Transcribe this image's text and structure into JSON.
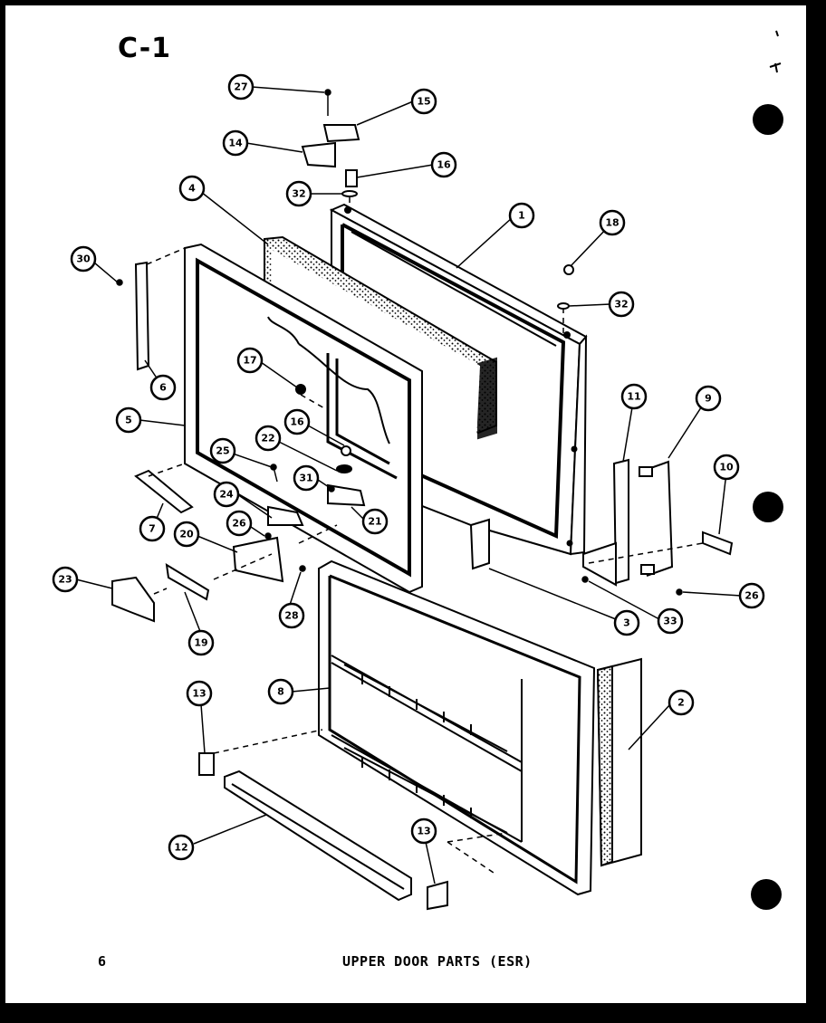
{
  "sheet": {
    "id": "C-1",
    "page_number": "6",
    "title": "UPPER DOOR PARTS (ESR)"
  },
  "callouts": [
    "27",
    "15",
    "14",
    "16",
    "32",
    "4",
    "1",
    "18",
    "30",
    "32",
    "17",
    "6",
    "5",
    "11",
    "9",
    "16",
    "22",
    "25",
    "31",
    "10",
    "24",
    "21",
    "7",
    "20",
    "26",
    "23",
    "19",
    "28",
    "3",
    "33",
    "26",
    "8",
    "2",
    "13",
    "12",
    "13"
  ],
  "punch_holes": 3,
  "colors": {
    "ink": "#000000",
    "paper": "#ffffff"
  }
}
